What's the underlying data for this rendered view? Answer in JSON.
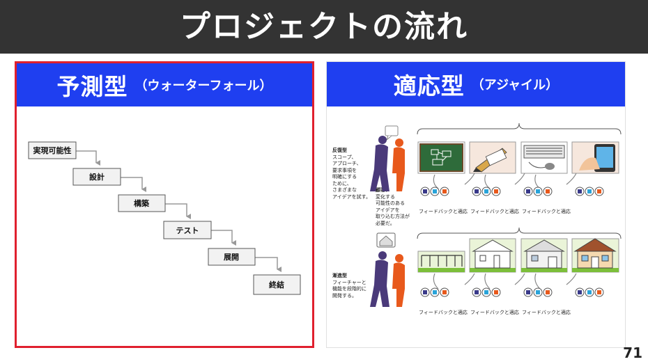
{
  "header": {
    "title": "プロジェクトの流れ"
  },
  "waterfall": {
    "title": "予測型",
    "subtitle": "（ウォーターフォール）",
    "steps": [
      "実現可能性",
      "設計",
      "構築",
      "テスト",
      "展開",
      "終結"
    ]
  },
  "agile": {
    "title": "適応型",
    "subtitle": "（アジャイル）",
    "iterative_label": "反復型",
    "iterative_text": [
      "スコープ、",
      "アプローチ、",
      "要求事項を",
      "明確にする",
      "ために、",
      "さまざまな",
      "アイデアを試す。"
    ],
    "customer_label": "顧客：",
    "customer_text": [
      "変化する",
      "可能性のある",
      "アイデアを",
      "取り込む方法が",
      "必要だ。"
    ],
    "incremental_label": "漸進型",
    "incremental_text": [
      "フィーチャーと",
      "機能を段階的に",
      "開発する。"
    ],
    "feedback_label": "フィードバックと適応"
  },
  "page_number": "71",
  "colors": {
    "header_bg": "#333333",
    "panel_header": "#1f3ff0",
    "highlight_border": "#e0202e",
    "chalkboard": "#2e6b3a",
    "grass": "#7cbf3a"
  }
}
